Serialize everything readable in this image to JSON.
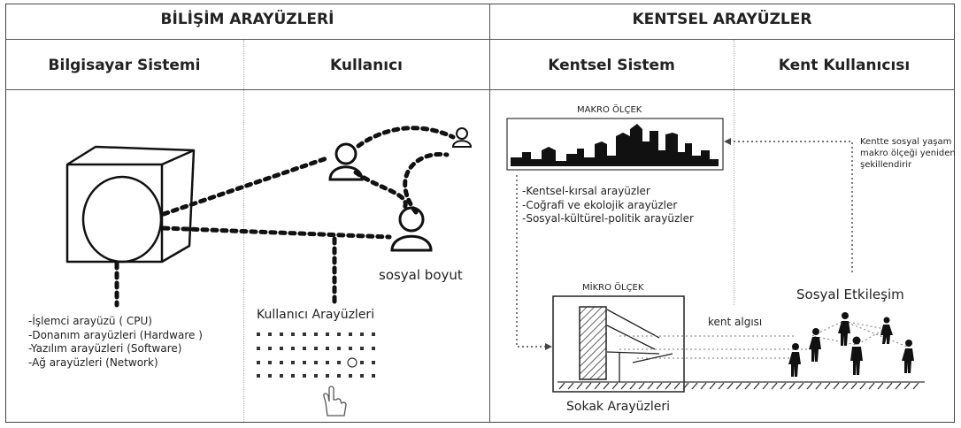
{
  "headers": {
    "left_title": "BİLİŞİM ARAYÜZLERİ",
    "right_title": "KENTSEL ARAYÜZLER",
    "col1": "Bilgisayar Sistemi",
    "col2": "Kullanıcı",
    "col3": "Kentsel Sistem",
    "col4": "Kent Kullanıcısı"
  },
  "computer_list": [
    "-İşlemci arayüzü ( CPU)",
    "-Donanım arayüzleri (Hardware )",
    "-Yazılım  arayüzleri (Software)",
    "-Ağ arayüzleri (Network)"
  ],
  "user": {
    "social_label": "sosyal boyut",
    "ui_label": "Kullanıcı Arayüzleri"
  },
  "urban": {
    "macro_label": "MAKRO ÖLÇEK",
    "macro_list": [
      "-Kentsel-kırsal arayüzler",
      "-Coğrafi ve ekolojik arayüzler",
      "-Sosyal-kültürel-politik arayüzler"
    ],
    "macro_note": [
      "Kentte sosyal yaşam",
      "makro ölçeği yeniden",
      "şekillendirir"
    ],
    "micro_label": "MİKRO ÖLÇEK",
    "perception_label": "kent algısı",
    "street_label": "Sokak Arayüzleri",
    "social_interaction_label": "Sosyal Etkileşim"
  },
  "colors": {
    "ink": "#1a1a1a",
    "border": "#444444",
    "divider": "#aaaaaa"
  }
}
